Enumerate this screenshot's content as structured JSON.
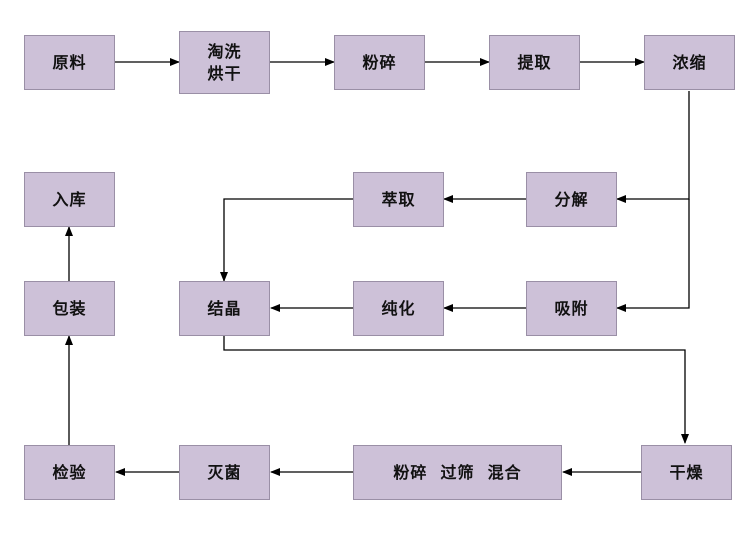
{
  "diagram": {
    "nodes": {
      "raw": "原料",
      "wash_dry": "淘洗\n烘干",
      "crush_1": "粉碎",
      "extract": "提取",
      "concentrate": "浓缩",
      "decompose": "分解",
      "solvent_extract": "萃取",
      "adsorb": "吸附",
      "purify": "纯化",
      "crystallize": "结晶",
      "dry": "干燥",
      "crush_sieve_mix": "粉碎  过筛  混合",
      "sterilize": "灭菌",
      "inspect": "检验",
      "package": "包装",
      "storage": "入库"
    },
    "edges": [
      [
        "raw",
        "wash_dry"
      ],
      [
        "wash_dry",
        "crush_1"
      ],
      [
        "crush_1",
        "extract"
      ],
      [
        "extract",
        "concentrate"
      ],
      [
        "concentrate",
        "decompose"
      ],
      [
        "concentrate",
        "adsorb"
      ],
      [
        "decompose",
        "solvent_extract"
      ],
      [
        "solvent_extract",
        "crystallize"
      ],
      [
        "adsorb",
        "purify"
      ],
      [
        "purify",
        "crystallize"
      ],
      [
        "crystallize",
        "dry"
      ],
      [
        "dry",
        "crush_sieve_mix"
      ],
      [
        "crush_sieve_mix",
        "sterilize"
      ],
      [
        "sterilize",
        "inspect"
      ],
      [
        "inspect",
        "package"
      ],
      [
        "package",
        "storage"
      ]
    ],
    "colors": {
      "node_fill": "#cdc1d8",
      "node_border": "#9a8fa6",
      "line": "#000000"
    }
  }
}
